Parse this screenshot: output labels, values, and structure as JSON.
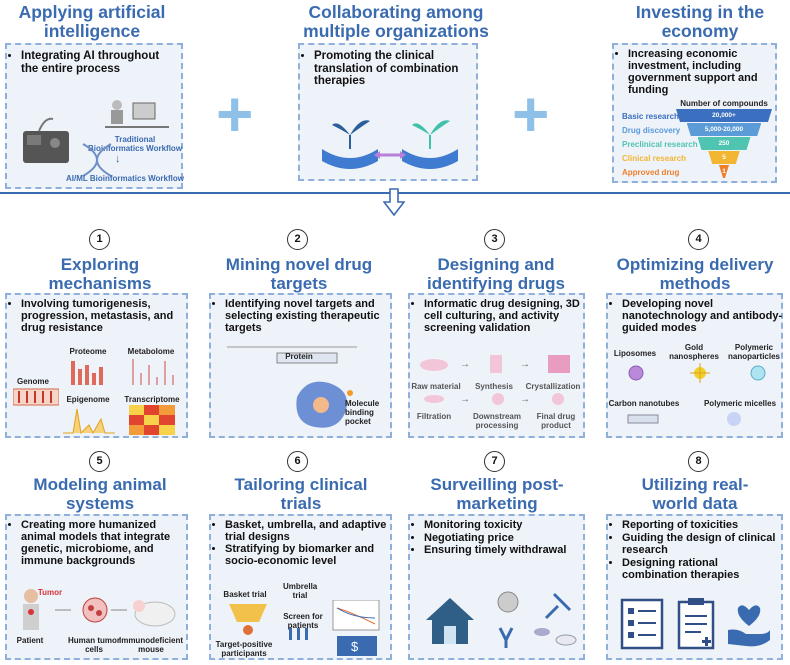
{
  "top": {
    "ai": {
      "title": "Applying artificial intelligence",
      "bullet": "Integrating AI throughout the entire process",
      "label1": "Traditional Bioinformatics Workflow",
      "label2": "AI/ML Bioinformatics Workflow"
    },
    "collab": {
      "title": "Collaborating among multiple organizations",
      "bullet": "Promoting the clinical translation of combination therapies"
    },
    "econ": {
      "title": "Investing in the economy",
      "bullet": "Increasing economic investment, including government support and funding",
      "funnel_title": "Number of compounds",
      "stages": [
        {
          "label": "Basic research",
          "value": "20,000+",
          "color": "#3b6fc0"
        },
        {
          "label": "Drug discovery",
          "value": "5,000-20,000",
          "color": "#5b9bd8"
        },
        {
          "label": "Preclinical research",
          "value": "250",
          "color": "#4fc4b0"
        },
        {
          "label": "Clinical research",
          "value": "5",
          "color": "#f2b632"
        },
        {
          "label": "Approved drug",
          "value": "1",
          "color": "#ef7f2a"
        }
      ]
    }
  },
  "panels": [
    {
      "num": "1",
      "title": "Exploring mechanisms",
      "bullets": [
        "Involving tumorigenesis, progression, metastasis, and drug resistance"
      ],
      "labels": [
        "Proteome",
        "Metabolome",
        "Genome",
        "Epigenome",
        "Transcriptome"
      ]
    },
    {
      "num": "2",
      "title": "Mining novel drug targets",
      "bullets": [
        "Identifying novel targets and selecting existing therapeutic targets"
      ],
      "labels": [
        "Protein",
        "Molecule binding pocket"
      ]
    },
    {
      "num": "3",
      "title": "Designing and identifying drugs",
      "bullets": [
        "Informatic drug designing, 3D cell culturing, and activity screening validation"
      ],
      "labels": [
        "Raw material",
        "Synthesis",
        "Crystallization",
        "Filtration",
        "Downstream processing",
        "Final drug product"
      ]
    },
    {
      "num": "4",
      "title": "Optimizing delivery methods",
      "bullets": [
        "Developing novel nanotechnology and antibody-guided  modes"
      ],
      "labels": [
        "Liposomes",
        "Gold nanospheres",
        "Polymeric nanoparticles",
        "Carbon nanotubes",
        "Polymeric micelles"
      ]
    },
    {
      "num": "5",
      "title": "Modeling animal systems",
      "bullets": [
        "Creating more humanized animal models that integrate genetic, microbiome, and immune backgrounds"
      ],
      "labels": [
        "Tumor",
        "Patient",
        "Human tumor cells",
        "Immunodeficient mouse"
      ]
    },
    {
      "num": "6",
      "title": "Tailoring clinical trials",
      "bullets": [
        "Basket, umbrella, and adaptive trial designs",
        "Stratifying by biomarker and socio-economic level"
      ],
      "labels": [
        "Basket trial",
        "Umbrella trial",
        "Screen for patients",
        "Target-positive participants"
      ]
    },
    {
      "num": "7",
      "title": "Surveilling post-marketing",
      "bullets": [
        "Monitoring toxicity",
        "Negotiating price",
        "Ensuring timely withdrawal"
      ],
      "labels": []
    },
    {
      "num": "8",
      "title": "Utilizing real-world data",
      "bullets": [
        "Reporting of  toxicities",
        "Guiding the design of clinical research",
        "Designing rational combination therapies"
      ],
      "labels": []
    }
  ]
}
